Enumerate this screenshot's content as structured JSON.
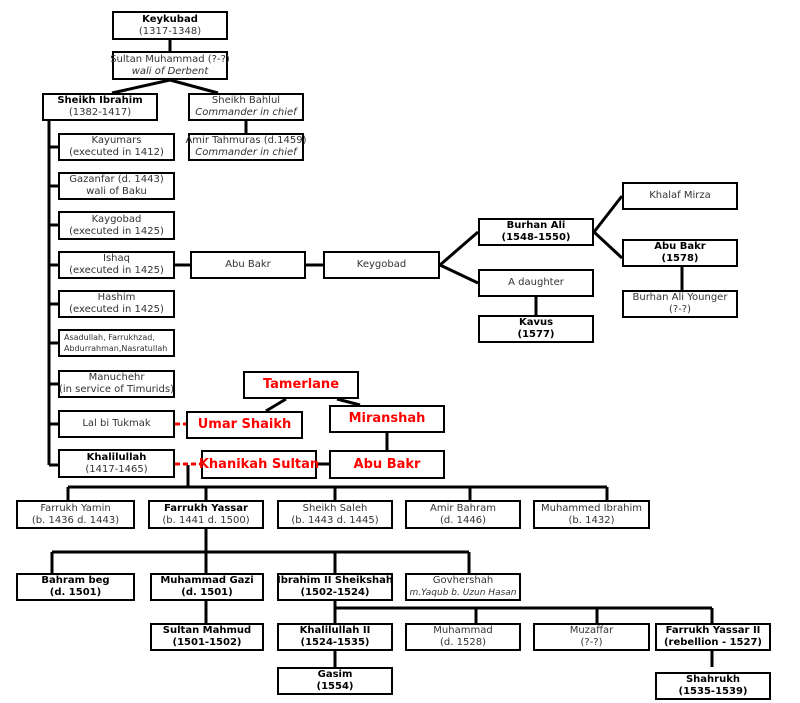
{
  "colors": {
    "line": "#000000",
    "timurid": "#ff0000"
  },
  "people": {
    "keykubad": {
      "name": "Keykubad",
      "note": "(1317-1348)"
    },
    "sultan_muhammad": {
      "name": "Sultan Muhammad (?-?)",
      "note": "wali of Derbent"
    },
    "sheikh_ibrahim": {
      "name": "Sheikh Ibrahim",
      "note": "(1382-1417)"
    },
    "sheikh_bahlul": {
      "name": "Sheikh Bahlul",
      "note": "Commander in chief"
    },
    "kayumars": {
      "name": "Kayumars",
      "note": "(executed in 1412)"
    },
    "amir_tahmuras": {
      "name": "Amir Tahmuras (d.1459)",
      "note": "Commander in chief"
    },
    "gazanfar": {
      "name": "Gazanfar (d. 1443)",
      "note": "wali of Baku"
    },
    "kaygobad": {
      "name": "Kaygobad",
      "note": "(executed in 1425)"
    },
    "ishaq": {
      "name": "Ishaq",
      "note": "(executed in 1425)"
    },
    "abu_bakr_1": {
      "name": "Abu Bakr"
    },
    "keygobad": {
      "name": "Keygobad"
    },
    "hashim": {
      "name": "Hashim",
      "note": "(executed in 1425)"
    },
    "asadullah": {
      "name": "Asadullah, Farrukhzad,",
      "note": "Abdurrahman,Nasratullah"
    },
    "manuchehr": {
      "name": "Manuchehr",
      "note": "(in service of Timurids)"
    },
    "lal": {
      "name": "Lal bi Tukmak"
    },
    "khalilullah": {
      "name": "Khalilullah",
      "note": "(1417-1465)"
    },
    "tamerlane": {
      "name": "Tamerlane"
    },
    "umar_shaikh": {
      "name": "Umar Shaikh"
    },
    "miranshah": {
      "name": "Miranshah"
    },
    "khanikah": {
      "name": "Khanikah Sultan"
    },
    "abu_bakr_timurid": {
      "name": "Abu Bakr"
    },
    "burhan_ali": {
      "name": "Burhan Ali",
      "note": "(1548-1550)"
    },
    "daughter": {
      "name": "A daughter"
    },
    "kavus": {
      "name": "Kavus",
      "note": "(1577)"
    },
    "khalaf_mirza": {
      "name": "Khalaf Mirza"
    },
    "abu_bakr_1578": {
      "name": "Abu Bakr",
      "note": "(1578)"
    },
    "burhan_ali_younger": {
      "name": "Burhan Ali Younger",
      "note": "(?-?)"
    },
    "farrukh_yamin": {
      "name": "Farrukh Yamin",
      "note": "(b. 1436 d. 1443)"
    },
    "farrukh_yassar": {
      "name": "Farrukh Yassar",
      "note": "(b. 1441 d. 1500)"
    },
    "sheikh_saleh": {
      "name": "Sheikh Saleh",
      "note": "(b. 1443 d. 1445)"
    },
    "amir_bahram": {
      "name": "Amir Bahram",
      "note": "(d. 1446)"
    },
    "muhammed_ibrahim": {
      "name": "Muhammed Ibrahim",
      "note": "(b. 1432)"
    },
    "bahram_beg": {
      "name": "Bahram beg",
      "note": "(d. 1501)"
    },
    "muhammad_gazi": {
      "name": "Muhammad Gazi",
      "note": "(d. 1501)"
    },
    "ibrahim_ii": {
      "name": "Ibrahim II Sheikshah",
      "note": "(1502-1524)"
    },
    "govhershah": {
      "name": "Govhershah",
      "note": "m.Yaqub b. Uzun Hasan"
    },
    "sultan_mahmud": {
      "name": "Sultan Mahmud",
      "note": "(1501-1502)"
    },
    "khalilullah_ii": {
      "name": "Khalilullah II",
      "note": "(1524-1535)"
    },
    "muhammad": {
      "name": "Muhammad",
      "note": "(d. 1528)"
    },
    "muzaffar": {
      "name": "Muzaffar",
      "note": "(?-?)"
    },
    "farrukh_yassar_ii": {
      "name": "Farrukh Yassar II",
      "note": "(rebellion - 1527)"
    },
    "gasim": {
      "name": "Gasim",
      "note": "(1554)"
    },
    "shahrukh": {
      "name": "Shahrukh",
      "note": "(1535-1539)"
    }
  }
}
